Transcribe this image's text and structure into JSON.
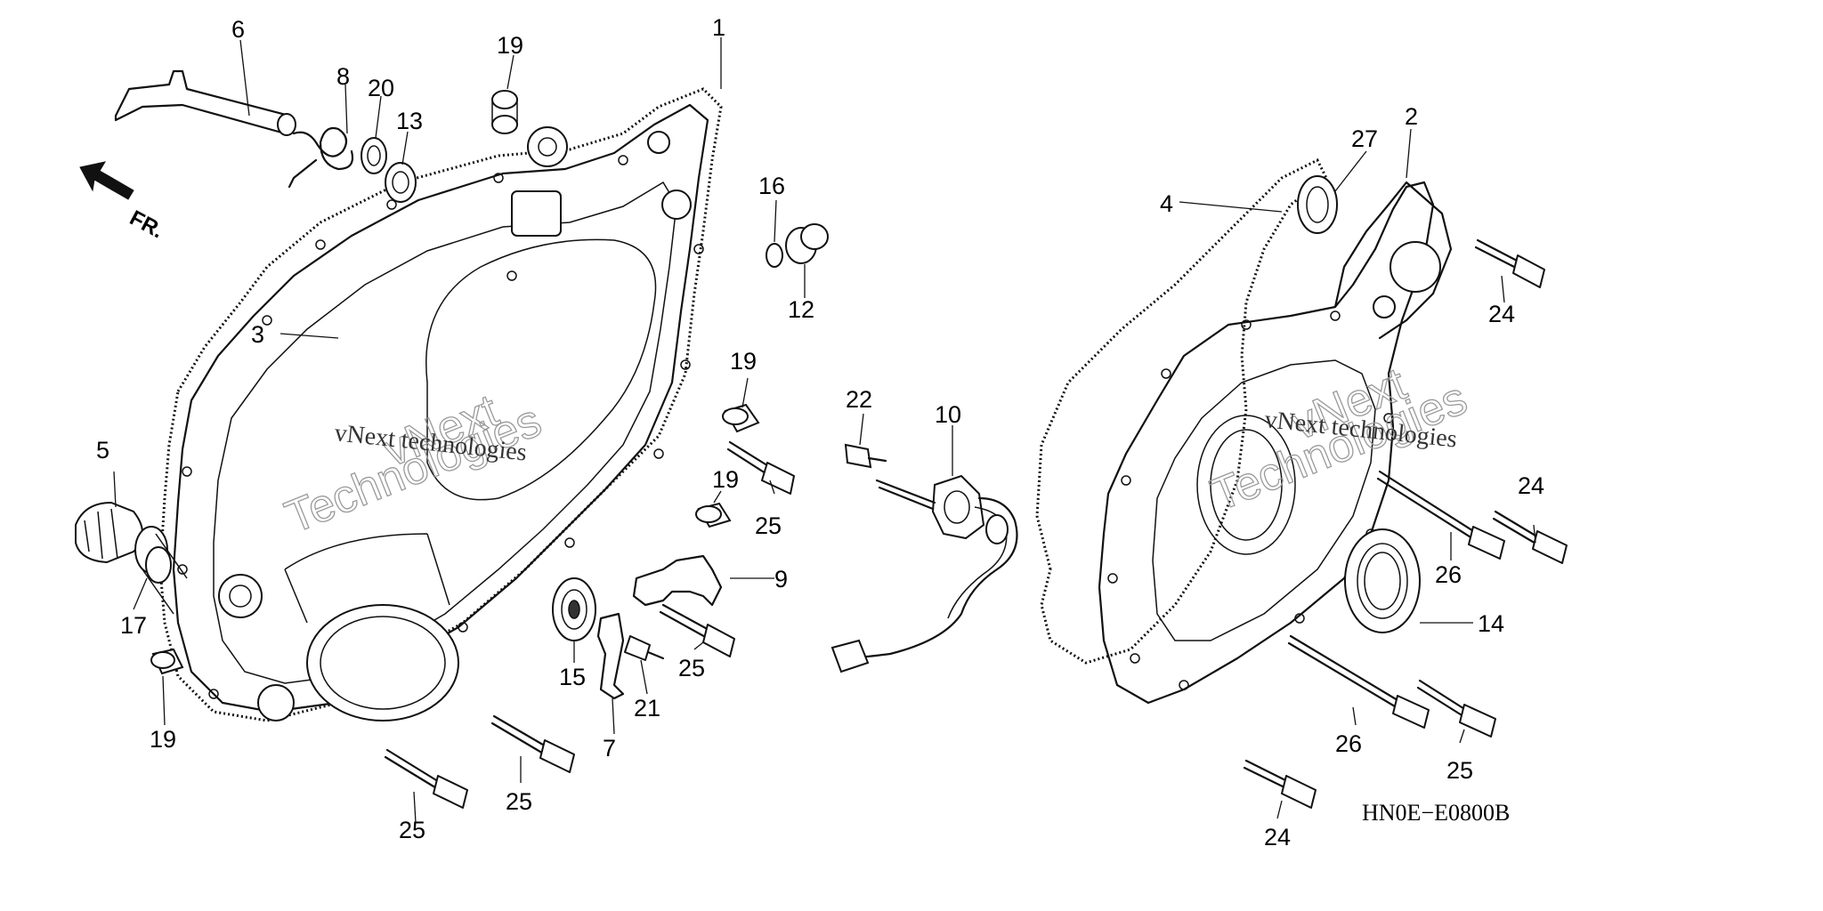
{
  "diagram": {
    "drawing_code": "HN0E−E0800B",
    "direction_label": "FR.",
    "watermark": {
      "line1": "vNext",
      "line2": "Technologies",
      "small": "vNext technologies"
    },
    "callouts": {
      "c1": "1",
      "c2": "2",
      "c3": "3",
      "c4": "4",
      "c5": "5",
      "c6": "6",
      "c7": "7",
      "c8": "8",
      "c9": "9",
      "c10": "10",
      "c12": "12",
      "c13": "13",
      "c14": "14",
      "c15": "15",
      "c16": "16",
      "c17": "17",
      "c19a": "19",
      "c19b": "19",
      "c19c": "19",
      "c19d": "19",
      "c20": "20",
      "c21": "21",
      "c22": "22",
      "c24a": "24",
      "c24b": "24",
      "c24c": "24",
      "c25a": "25",
      "c25b": "25",
      "c25c": "25",
      "c25d": "25",
      "c25e": "25",
      "c26a": "26",
      "c26b": "26",
      "c27": "27"
    }
  }
}
